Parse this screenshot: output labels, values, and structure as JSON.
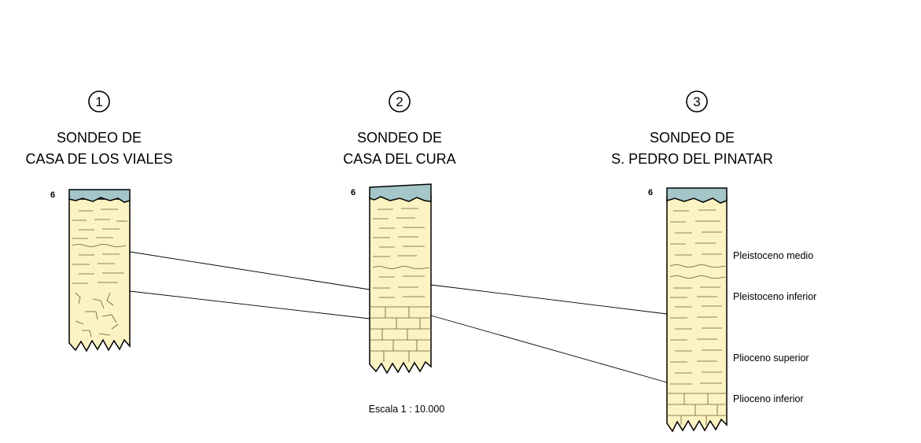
{
  "boreholes": [
    {
      "number": "1",
      "title_line1": "SONDEO DE",
      "title_line2": "CASA DE LOS VIALES",
      "top_mark": "6"
    },
    {
      "number": "2",
      "title_line1": "SONDEO DE",
      "title_line2": "CASA DEL CURA",
      "top_mark": "6"
    },
    {
      "number": "3",
      "title_line1": "SONDEO DE",
      "title_line2": "S. PEDRO DEL PINATAR",
      "top_mark": "6"
    }
  ],
  "stratigraphy_labels": [
    "Pleistoceno medio",
    "Pleistoceno inferior",
    "Plioceno superior",
    "Plioceno inferior"
  ],
  "scale_text": "Escala 1 : 10.000",
  "colors": {
    "column_fill": "#fbf3c2",
    "cap_fill": "#a4c6c9",
    "line": "#000000",
    "hatch": "#5a4a2a"
  }
}
